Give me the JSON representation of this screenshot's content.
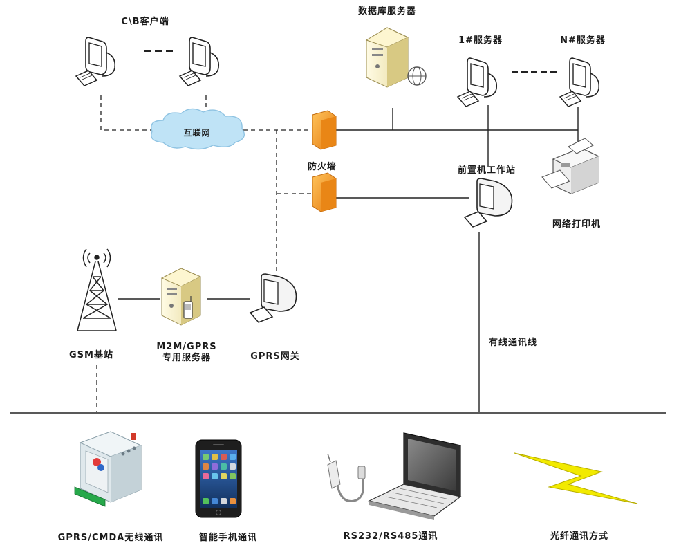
{
  "labels": {
    "cb_clients": "C\\B客户端",
    "db_server": "数据库服务器",
    "server_1": "1#服务器",
    "server_n": "N#服务器",
    "internet": "互联网",
    "firewall": "防火墙",
    "front_workstation": "前置机工作站",
    "network_printer": "网络打印机",
    "gsm_station": "GSM基站",
    "m2m_server_line1": "M2M/GPRS",
    "m2m_server_line2": "专用服务器",
    "gprs_gateway": "GPRS网关",
    "wired_line": "有线通讯线",
    "gprs_cdma": "GPRS/CMDA无线通讯",
    "smartphone": "智能手机通讯",
    "rs232": "RS232/RS485通讯",
    "fiber": "光纤通讯方式"
  },
  "colors": {
    "line": "#222222",
    "firewall": "#f39a1e",
    "cloud": "#bfe3f6",
    "server_body": "#f3ecbe",
    "lightning": "#f2ea00"
  },
  "icons": [
    "computer-icon",
    "server-icon",
    "cloud-icon",
    "firewall-icon",
    "printer-icon",
    "tower-icon",
    "modem-icon",
    "smartphone-icon",
    "laptop-icon",
    "lightning-icon"
  ]
}
